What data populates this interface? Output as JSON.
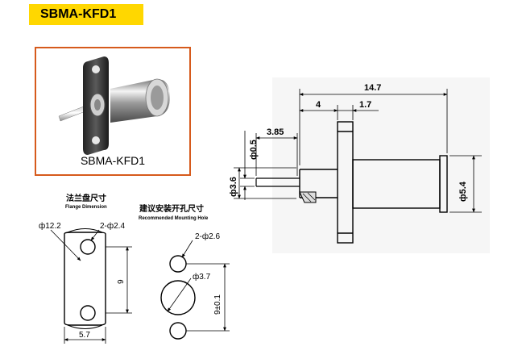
{
  "title": "SBMA-KFD1",
  "photo": {
    "caption": "SBMA-KFD1"
  },
  "side_view": {
    "dims": {
      "total_length": "14.7",
      "flange_to_end": "4",
      "tip_step": "1.7",
      "pin_length": "3.85",
      "pin_dia": "ф0.5",
      "insulator_dia": "ф3.6",
      "body_dia": "ф5.4"
    }
  },
  "flange": {
    "title_cn": "法兰盘尺寸",
    "title_en": "Flange Dimension",
    "dims": {
      "radius": "ф12.2",
      "holes": "2-ф2.4",
      "height": "9",
      "width": "5.7"
    }
  },
  "mounting": {
    "title_cn": "建议安装开孔尺寸",
    "title_en": "Recommended Mounting Hole",
    "dims": {
      "holes": "2-ф2.6",
      "center_hole": "ф3.7",
      "spacing": "9±0.1"
    }
  }
}
